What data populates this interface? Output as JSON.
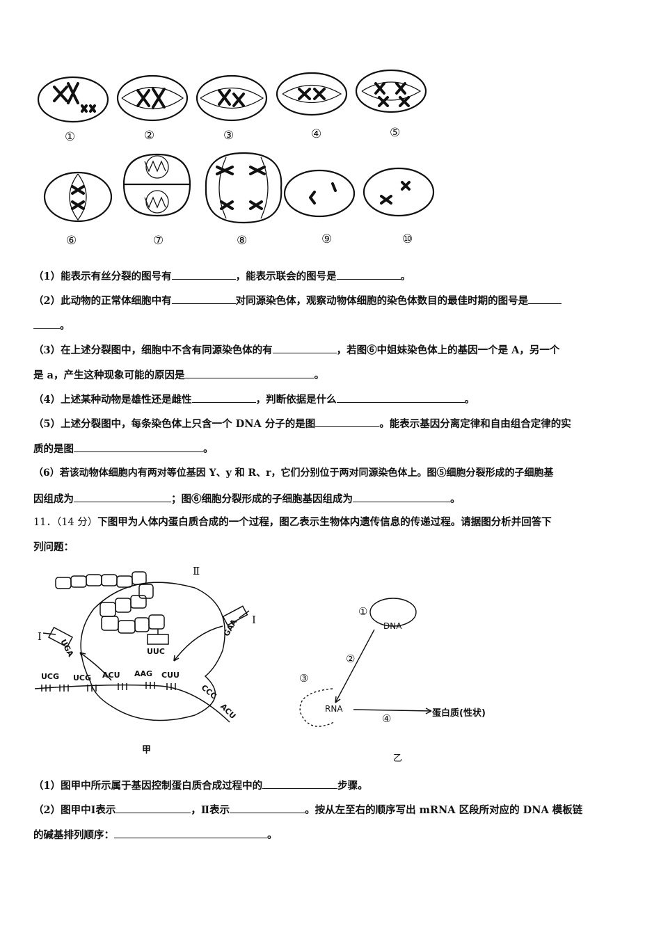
{
  "cells": {
    "labels": [
      "①",
      "②",
      "③",
      "④",
      "⑤",
      "⑥",
      "⑦",
      "⑧",
      "⑨",
      "⑩"
    ]
  },
  "q10": {
    "s1": {
      "a": "（1）能表示有丝分裂的图号有",
      "b": "，能表示联会的图号是",
      "c": "。"
    },
    "s2": {
      "a": "（2）此动物的正常体细胞中有",
      "b": "对同源染色体，观察动物体细胞的染色体数目的最佳时期的图号是",
      "c": "。"
    },
    "s3": {
      "a": "（3）在上述分裂图中，细胞中不含有同源染色体的有",
      "b": "，若图⑥中姐妹染色体上的基因一个是 A，另一个",
      "c": "是 a，产生这种现象可能的原因是",
      "d": "。"
    },
    "s4": {
      "a": "（4）上述某种动物是雄性还是雌性",
      "b": "，判断依据是什么",
      "c": "。"
    },
    "s5": {
      "a": "（5）上述分裂图中，每条染色体上只含一个 DNA 分子的是图",
      "b": "。能表示基因分离定律和自由组合定律的实",
      "c": "质的是图",
      "d": "。"
    },
    "s6": {
      "a": "（6）若该动物体细胞内有两对等位基因 Y、y 和 R、r，它们分别位于两对同源染色体上。图⑤细胞分裂形成的子细胞基",
      "b": "因组成为",
      "c": "；图⑥细胞分裂形成的子细胞基因组成为",
      "d": "。"
    }
  },
  "q11": {
    "number": "11．",
    "score": "（14 分）",
    "stem": "下图甲为人体内蛋白质合成的一个过程，图乙表示生物体内遗传信息的传递过程。请据图分析并回答下",
    "stem2": "列问题：",
    "s1": {
      "a": "（1）图甲中所示属于基因控制蛋白质合成过程中的",
      "b": "步骤。"
    },
    "s2": {
      "a": "（2）图甲中Ⅰ表示",
      "b": "，Ⅱ表示",
      "c": "。按从左至右的顺序写出 mRNA 区段所对应的 DNA 模板链",
      "d": "的碱基排列顺序：",
      "e": "。"
    }
  },
  "fig_jia": {
    "caption": "甲",
    "label_I_left": "Ⅰ",
    "label_I_right": "Ⅰ",
    "label_II": "Ⅱ",
    "anticodon_left": "UGA",
    "anticodon_right": "GAA",
    "anticodon_center": "UUC",
    "codons": [
      "UCG",
      "UCG",
      "ACU",
      "AAG",
      "CUU",
      "CCC",
      "ACU"
    ]
  },
  "fig_yi": {
    "caption": "乙",
    "dna": "DNA",
    "rna": "RNA",
    "protein": "蛋白质(性状)",
    "n1": "①",
    "n2": "②",
    "n3": "③",
    "n4": "④"
  }
}
